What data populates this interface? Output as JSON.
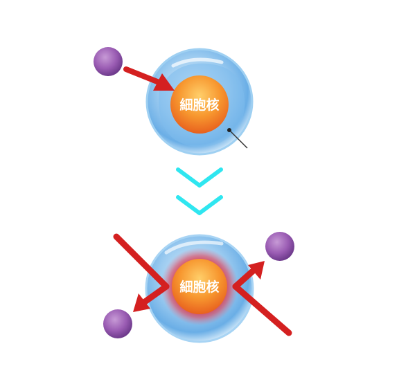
{
  "diagram": {
    "top_cell": {
      "nucleus_label": "細胞核"
    },
    "bottom_cell": {
      "nucleus_label": "細胞核"
    },
    "colors": {
      "cell_outer": "#a9d3f2",
      "cell_inner": "#5fa8e6",
      "nucleus": "#f28a2e",
      "nucleus_glow": "#d8283a",
      "molecule": "#8e4fa6",
      "arrow": "#d42020",
      "chevron": "#2fe6f0"
    },
    "chevrons": {
      "count": 2
    }
  }
}
